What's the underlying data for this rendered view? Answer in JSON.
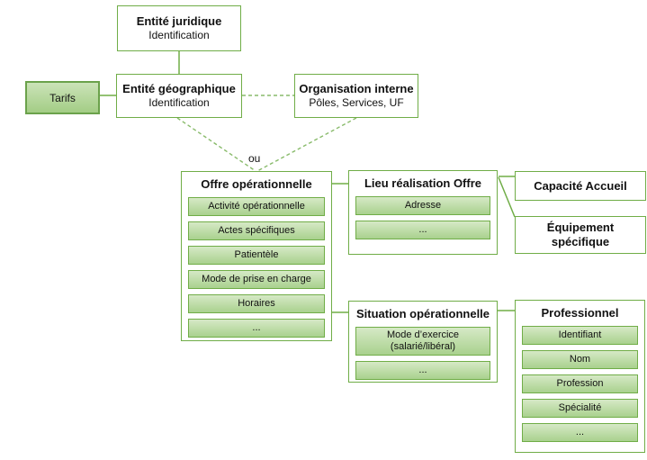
{
  "diagram": {
    "or_label": "ou",
    "colors": {
      "accent_green_border": "#70ad47",
      "chip_fill_top": "#d6e9c6",
      "chip_fill_bottom": "#a9d18e",
      "tarifs_border": "#6ba24b"
    },
    "boxes": {
      "tarifs": {
        "label": "Tarifs"
      },
      "entite_juridique": {
        "title": "Entité juridique",
        "subtitle": "Identification"
      },
      "entite_geographique": {
        "title": "Entité géographique",
        "subtitle": "Identification"
      },
      "organisation_interne": {
        "title": "Organisation interne",
        "subtitle": "Pôles, Services, UF"
      },
      "offre_operationnelle": {
        "title": "Offre opérationnelle",
        "items": [
          "Activité opérationnelle",
          "Actes spécifiques",
          "Patientèle",
          "Mode de prise en charge",
          "Horaires",
          "..."
        ]
      },
      "lieu_realisation_offre": {
        "title": "Lieu réalisation Offre",
        "items": [
          "Adresse",
          "..."
        ]
      },
      "capacite_accueil": {
        "title": "Capacité Accueil"
      },
      "equipement_specifique": {
        "title": "Équipement spécifique"
      },
      "situation_operationnelle": {
        "title": "Situation opérationnelle",
        "items": [
          "Mode d’exercice (salarié/libéral)",
          "..."
        ]
      },
      "professionnel": {
        "title": "Professionnel",
        "items": [
          "Identifiant",
          "Nom",
          "Profession",
          "Spécialité",
          "..."
        ]
      }
    }
  }
}
